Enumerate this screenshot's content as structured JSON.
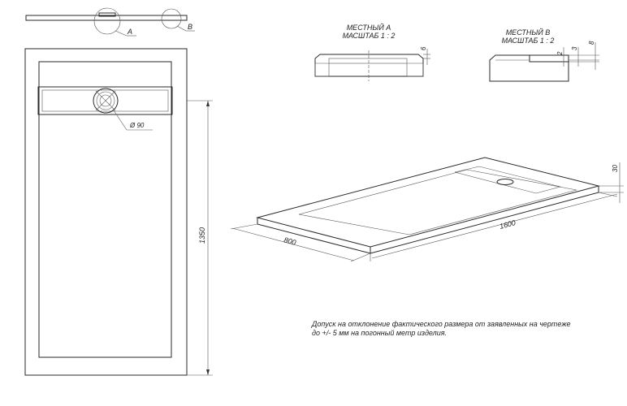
{
  "callouts": {
    "a": "A",
    "b": "B"
  },
  "plan_view": {
    "drain_diameter": "Ø 90",
    "length": "1350"
  },
  "detail_a": {
    "title": "МЕСТНЫЙ А",
    "scale": "МАСШТАБ 1 : 2",
    "dim": "6"
  },
  "detail_b": {
    "title": "МЕСТНЫЙ В",
    "scale": "МАСШТАБ 1 : 2",
    "dim_1": "2",
    "dim_2": "3",
    "dim_3": "8"
  },
  "iso_view": {
    "length": "1600",
    "width": "800",
    "height": "30"
  },
  "tolerance_note": "Допуск на отклонение фактического размера от заявленных на чертеже до +/- 5 мм на погонный метр изделия."
}
